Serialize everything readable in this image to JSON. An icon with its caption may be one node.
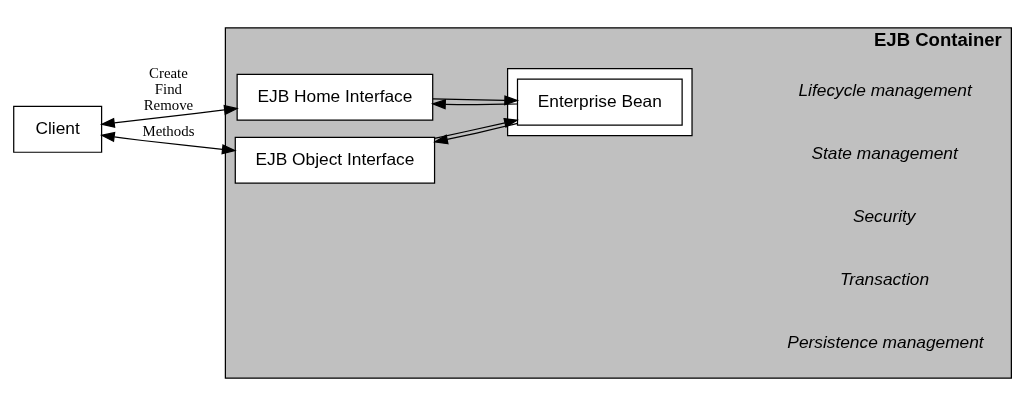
{
  "diagram": {
    "nodes": [
      {
        "text": [
          "Client"
        ]
      },
      {
        "text": [
          "EJB Container"
        ]
      },
      {
        "text": [],
        "shape": "box",
        "in": 1
      },
      {
        "text": [
          "EJB Home Interface"
        ],
        "in": 1
      },
      {
        "text": [
          "EJB Object Interface"
        ],
        "in": 1
      },
      {
        "text": [
          "Enterprise Bean"
        ],
        "in": 2
      }
    ],
    "edges": [
      {
        "from": 0,
        "to": 3,
        "arrow": "both",
        "label": "Create Find Remove"
      },
      {
        "from": 0,
        "to": 4,
        "arrow": "both",
        "label": "Methods"
      },
      {
        "from": 3,
        "to": 5,
        "arrow": "to"
      },
      {
        "from": 5,
        "to": 3,
        "arrow": "to"
      },
      {
        "from": 4,
        "to": 5,
        "arrow": "to"
      },
      {
        "from": 5,
        "to": 4,
        "arrow": "to"
      }
    ],
    "labels": [
      "Lifecycle management",
      "State management",
      "Security",
      "Transaction",
      "Persistence management"
    ]
  }
}
